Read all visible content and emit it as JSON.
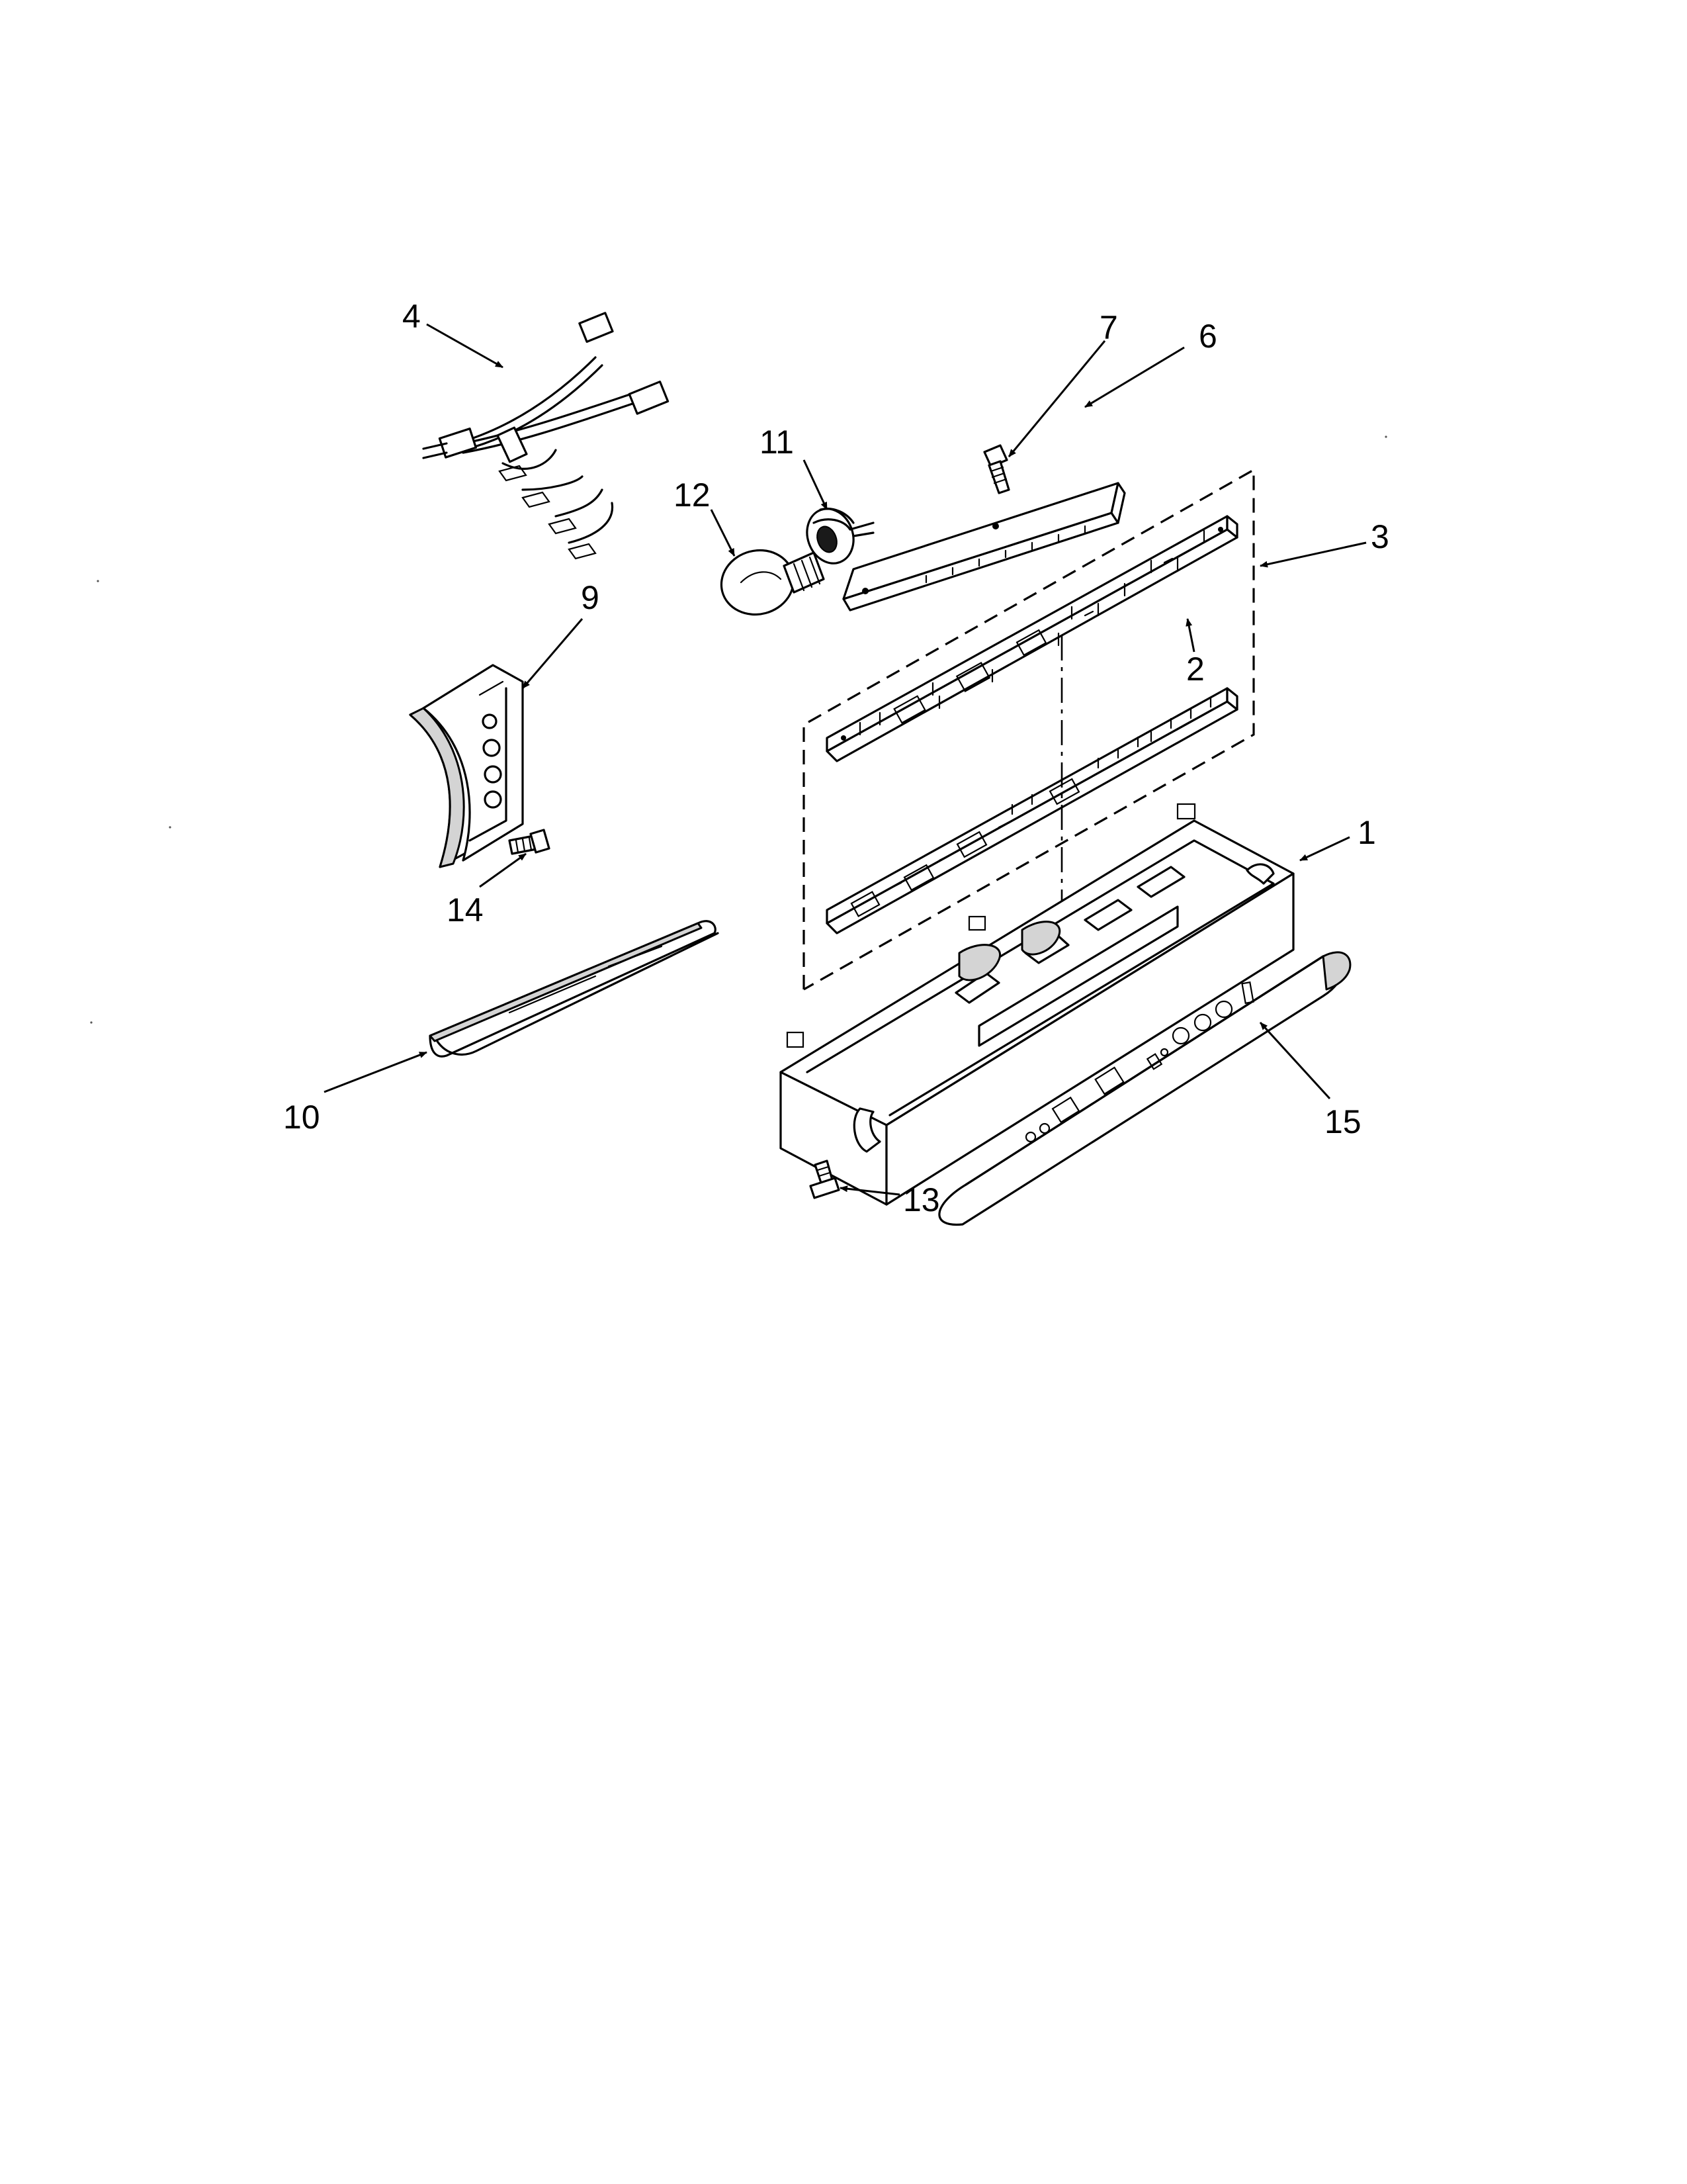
{
  "callouts": {
    "c1": "1",
    "c2": "2",
    "c3": "3",
    "c4": "4",
    "c6": "6",
    "c7": "7",
    "c9": "9",
    "c10": "10",
    "c11": "11",
    "c12": "12",
    "c13": "13",
    "c14": "14",
    "c15": "15"
  }
}
